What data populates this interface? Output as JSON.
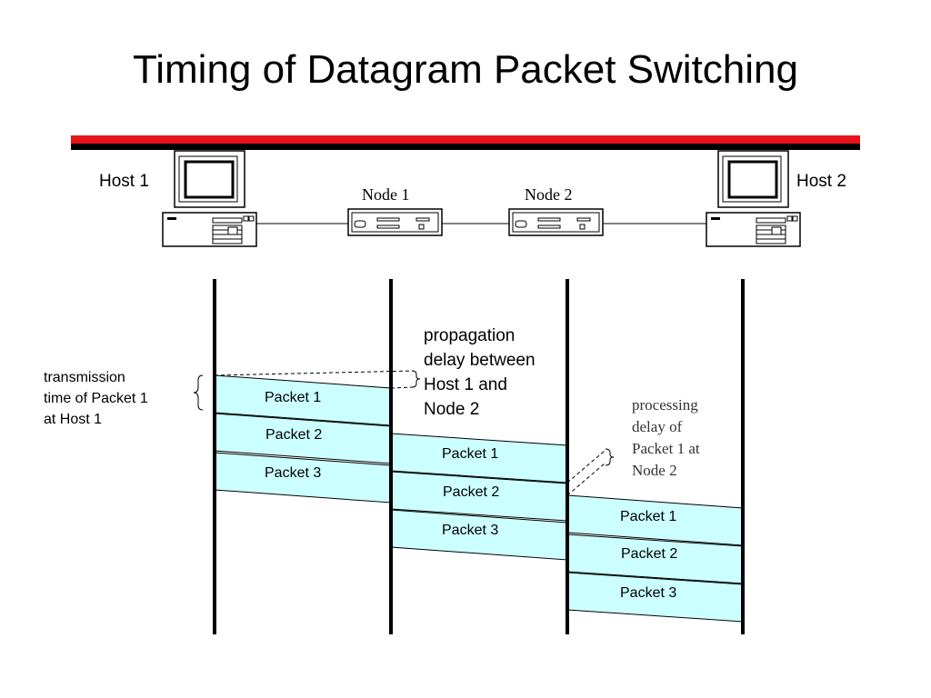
{
  "title": "Timing of Datagram Packet Switching",
  "hosts": {
    "host1": "Host 1",
    "host2": "Host 2"
  },
  "nodes": {
    "node1": "Node 1",
    "node2": "Node 2"
  },
  "annotations": {
    "transmission": [
      "transmission",
      "time of Packet 1",
      "at Host 1"
    ],
    "propagation": [
      "propagation",
      "delay between",
      "Host 1 and",
      "Node 2"
    ],
    "processing": [
      "processing",
      "delay of",
      "Packet 1 at",
      "Node 2"
    ]
  },
  "packets": {
    "host1": [
      "Packet 1",
      "Packet 2",
      "Packet 3"
    ],
    "node1": [
      "Packet 1",
      "Packet 2",
      "Packet 3"
    ],
    "node2": [
      "Packet 1",
      "Packet 2",
      "Packet 3"
    ]
  },
  "colors": {
    "network_line": "#e8141b",
    "packet_fill": "#ccffff"
  }
}
